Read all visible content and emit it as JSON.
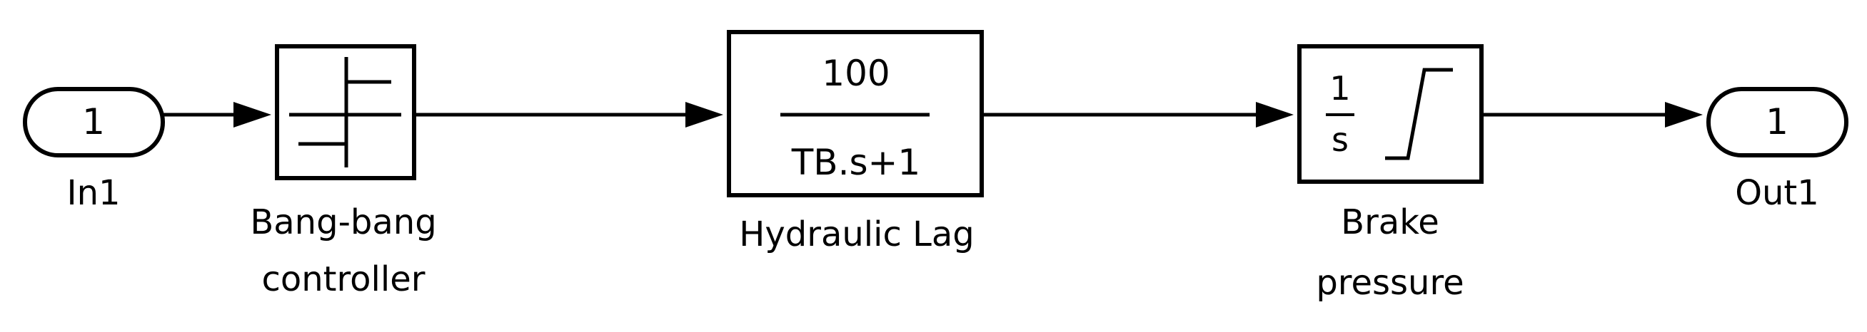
{
  "diagram": {
    "inport": {
      "number": "1",
      "label": "In1"
    },
    "relay": {
      "label_line1": "Bang-bang",
      "label_line2": "controller"
    },
    "transfer_fcn": {
      "numerator": "100",
      "denominator": "TB.s+1",
      "label": "Hydraulic Lag"
    },
    "integrator": {
      "numerator": "1",
      "denominator": "s",
      "label_line1": "Brake",
      "label_line2": "pressure"
    },
    "outport": {
      "number": "1",
      "label": "Out1"
    },
    "colors": {
      "stroke": "#000000",
      "background": "#ffffff"
    }
  }
}
